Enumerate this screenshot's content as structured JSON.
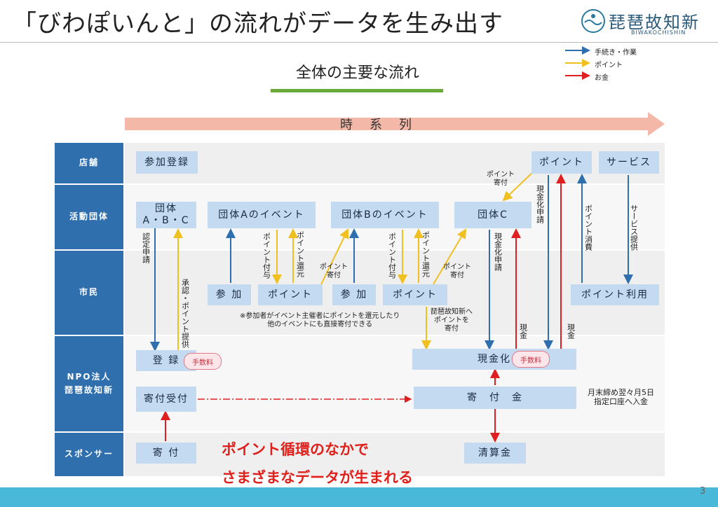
{
  "title": "「びわぽいんと」の流れがデータを生み出す",
  "logo": {
    "name": "琵琶故知新",
    "sub": "BIWAKOCHISHIN"
  },
  "subtitle": "全体の主要な流れ",
  "timeline": "時系列",
  "legend": [
    {
      "label": "手続き・作業",
      "color": "#2f6fae"
    },
    {
      "label": "ポイント",
      "color": "#f0c020"
    },
    {
      "label": "お金",
      "color": "#e02020"
    }
  ],
  "rows": {
    "store": "店舗",
    "org": "活動団体",
    "citizen": "市民",
    "npo_line1": "NPO法人",
    "npo_line2": "琵琶故知新",
    "sponsor": "スポンサー"
  },
  "boxes": {
    "store_register": "参加登録",
    "store_point": "ポイント",
    "service": "サービス",
    "org_abc_line1": "団体",
    "org_abc_line2": "A・B・C",
    "event_a": "団体Aのイベント",
    "event_b": "団体Bのイベント",
    "org_c": "団体C",
    "join_a": "参 加",
    "point_a": "ポイント",
    "join_b": "参 加",
    "point_b": "ポイント",
    "point_use": "ポイント利用",
    "register": "登 録",
    "cash_out": "現金化",
    "donation_receive": "寄付受付",
    "donation_fund": "寄　付　金",
    "sponsor_donate": "寄 付",
    "settlement": "清算金"
  },
  "fee": "手数料",
  "labels": {
    "cert_apply": "認定申請",
    "approve": "承認・ポイント提供",
    "point_give_a": "ポイント付与",
    "point_return_a": "ポイント還元",
    "donate_a_1": "ポイント",
    "donate_a_2": "寄付",
    "point_give_b": "ポイント付与",
    "point_return_b": "ポイント還元",
    "donate_b_1": "ポイント",
    "donate_b_2": "寄付",
    "store_donate_1": "ポイント",
    "store_donate_2": "寄付",
    "cash_apply_c": "現金化申請",
    "cash_apply_store": "現金化申請",
    "point_consume": "ポイント消費",
    "service_provide": "サービス提供",
    "npo_donate_1": "琵琶故知新へ",
    "npo_donate_2": "ポイントを",
    "npo_donate_3": "寄付",
    "cash_1": "現金",
    "cash_2": "現金",
    "note_1": "※参加者がイベント主催者にポイントを還元したり",
    "note_2": "他のイベントにも直接寄付できる",
    "payment_1": "月末締め翌々月5日",
    "payment_2": "指定口座へ入金"
  },
  "message_1": "ポイント循環のなかで",
  "message_2": "さまざまなデータが生まれる",
  "page_number": "3"
}
